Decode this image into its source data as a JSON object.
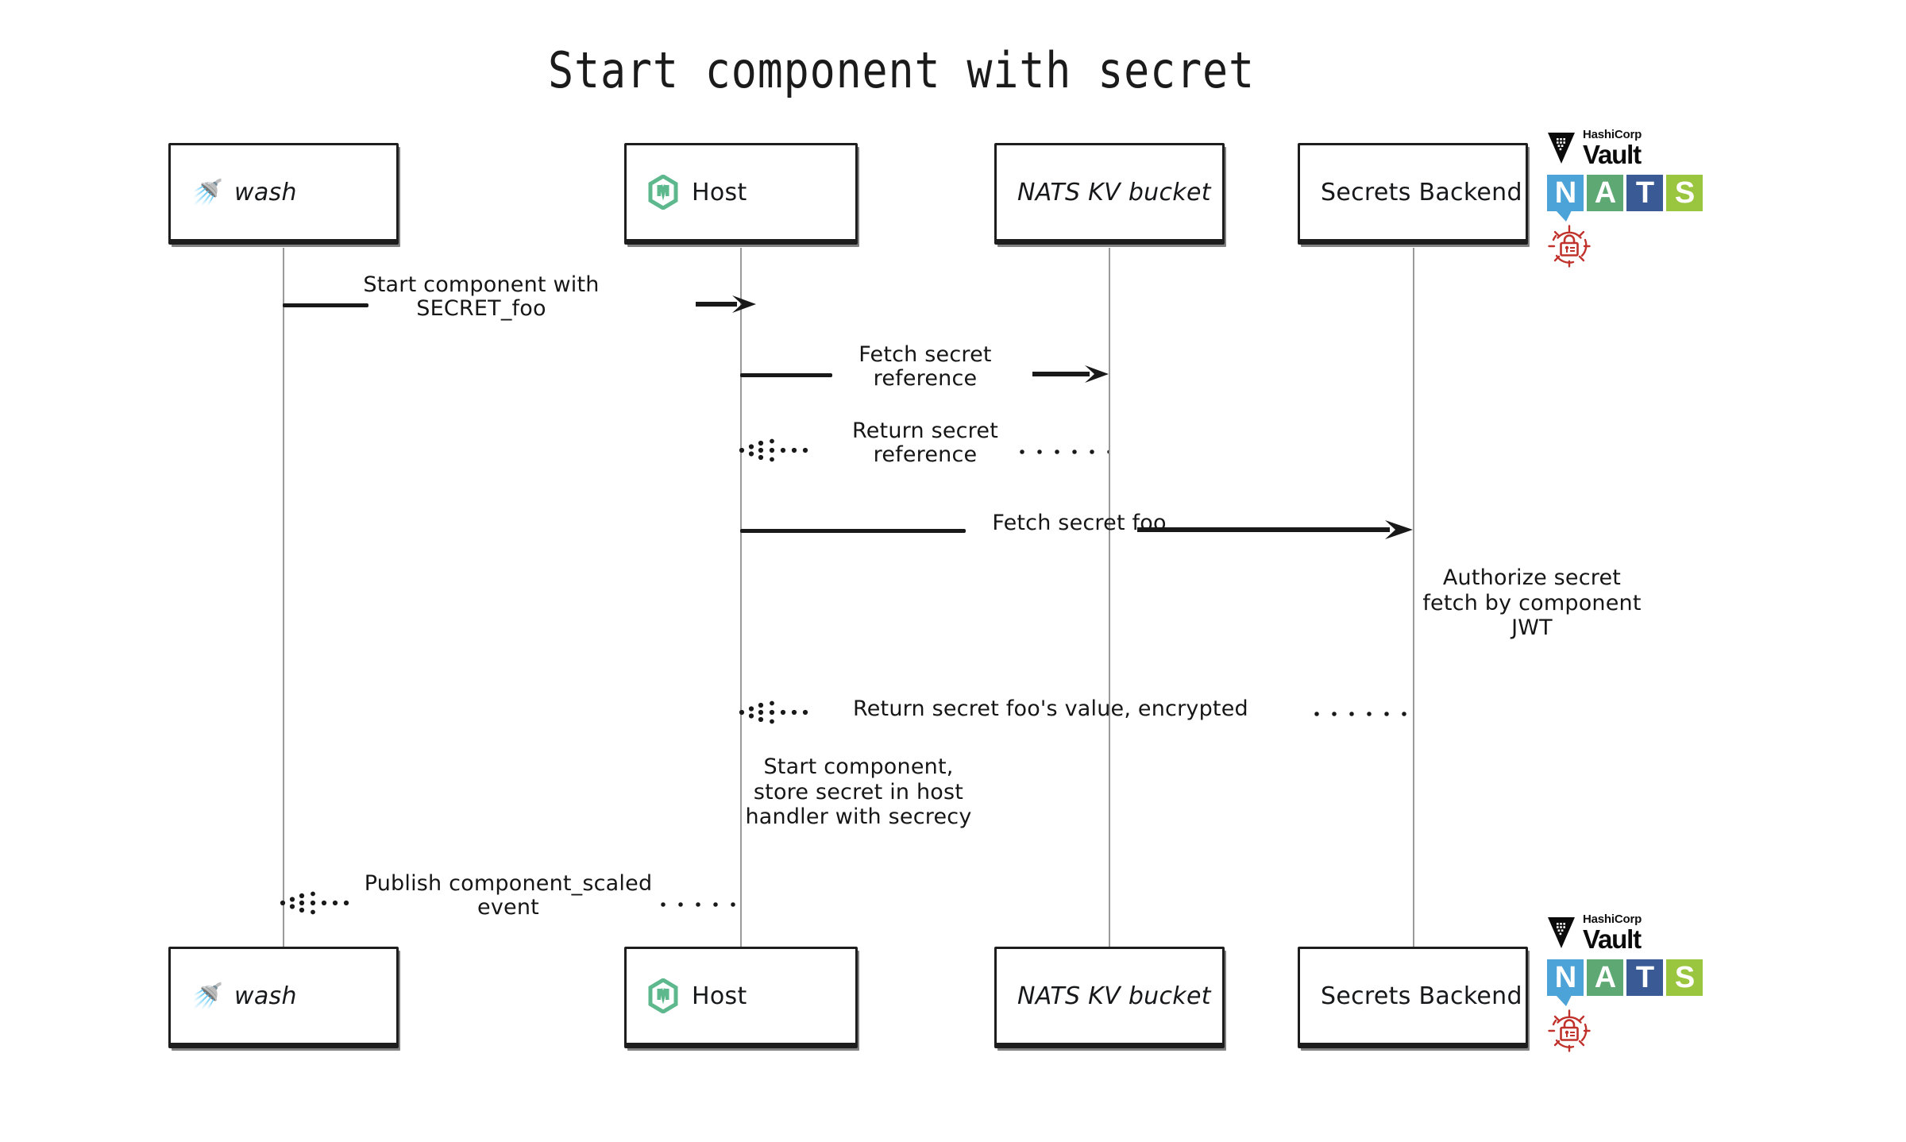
{
  "title": "Start component with secret",
  "colors": {
    "ink": "#191919",
    "lifeline": "#9a9a9a",
    "wasmcloud_green": "#5EB88E",
    "nats_n": "#4BA3D8",
    "nats_a": "#5EA873",
    "nats_t": "#3A5A96",
    "nats_s": "#9AC53E",
    "secrets_red": "#C0322C",
    "vault_black": "#0b0b0b"
  },
  "participants": [
    {
      "id": "wash",
      "label": "wash",
      "icon": "shower-head-icon",
      "glyph": "🚿"
    },
    {
      "id": "host",
      "label": "Host",
      "icon": "wasmcloud-hexagon-icon",
      "glyph": ""
    },
    {
      "id": "natskv",
      "label": "NATS KV bucket",
      "icon": "none",
      "glyph": ""
    },
    {
      "id": "secrets",
      "label": "Secrets Backend",
      "icon": "none",
      "glyph": ""
    }
  ],
  "messages": [
    {
      "id": "m1",
      "label": "Start component with\nSECRET_foo",
      "from": "wash",
      "to": "host",
      "style": "solid",
      "direction": "right"
    },
    {
      "id": "m2",
      "label": "Fetch secret\nreference",
      "from": "host",
      "to": "natskv",
      "style": "solid",
      "direction": "right"
    },
    {
      "id": "m3",
      "label": "Return secret\nreference",
      "from": "natskv",
      "to": "host",
      "style": "dotted",
      "direction": "left"
    },
    {
      "id": "m4",
      "label": "Fetch secret foo",
      "from": "host",
      "to": "secrets",
      "style": "solid",
      "direction": "right"
    },
    {
      "id": "m5",
      "label": "Return secret foo's value, encrypted",
      "from": "secrets",
      "to": "host",
      "style": "dotted",
      "direction": "left"
    },
    {
      "id": "m6",
      "label": "Publish component_scaled\nevent",
      "from": "host",
      "to": "wash",
      "style": "dotted",
      "direction": "left"
    }
  ],
  "notes": [
    {
      "id": "n1",
      "text": "Authorize secret\nfetch by component\nJWT",
      "anchor": "secrets"
    },
    {
      "id": "n2",
      "text": "Start component,\nstore secret in host\nhandler with secrecy",
      "anchor": "host"
    }
  ],
  "logos": {
    "vault": {
      "vendor": "HashiCorp",
      "product": "Vault"
    },
    "nats": {
      "letters": [
        "N",
        "A",
        "T",
        "S"
      ]
    },
    "secrets_lock": {
      "name": "secrets-lock-icon"
    }
  }
}
